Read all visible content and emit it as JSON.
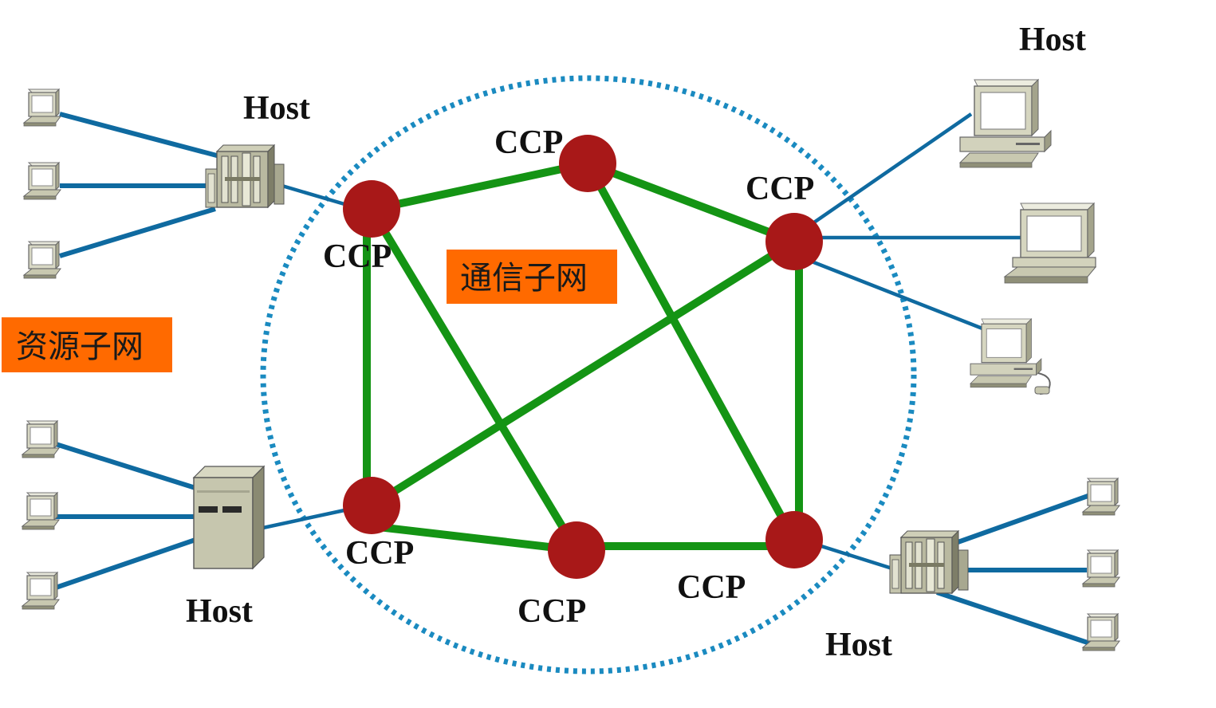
{
  "labels": {
    "host_top_left": "Host",
    "host_top_right": "Host",
    "host_bottom_left": "Host",
    "host_bottom_right": "Host",
    "ccp_top_left": "CCP",
    "ccp_top_middle": "CCP",
    "ccp_right_upper": "CCP",
    "ccp_bottom_left": "CCP",
    "ccp_bottom_middle": "CCP",
    "ccp_bottom_right": "CCP"
  },
  "tags": {
    "communication_subnet": "通信子网",
    "resource_subnet": "资源子网"
  },
  "colors": {
    "ccp_node": "#a81818",
    "backbone_link": "#149414",
    "host_link": "#0f6aa0",
    "boundary_dots": "#1a8ac0",
    "tag_background": "#ff6a00"
  },
  "icons": {
    "terminal": "terminal-icon",
    "workstation": "workstation-icon",
    "mainframe": "mainframe-icon",
    "server": "server-icon"
  }
}
